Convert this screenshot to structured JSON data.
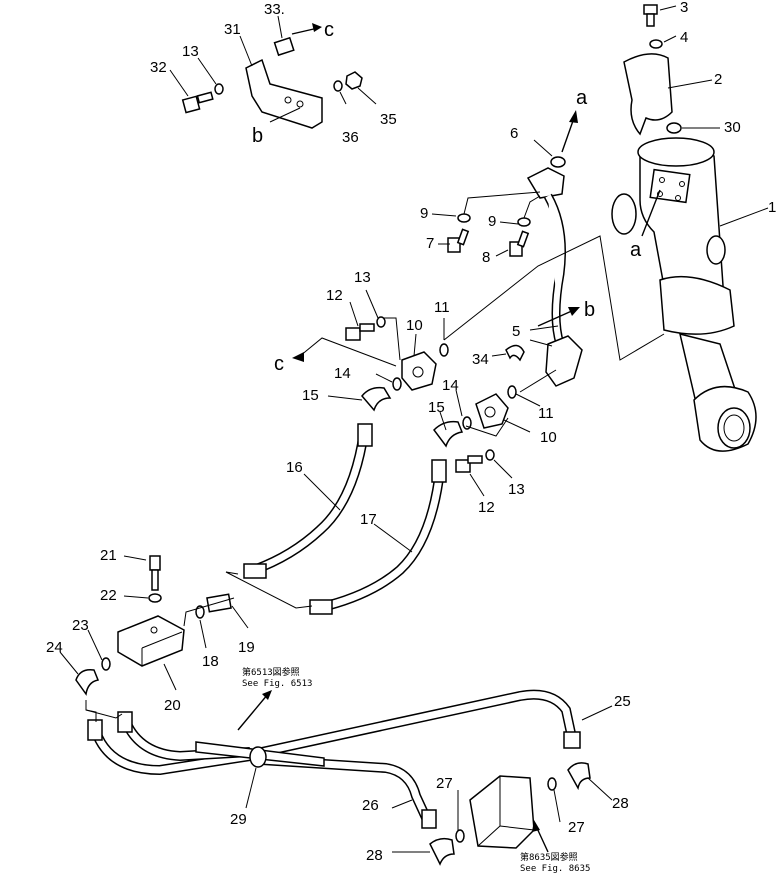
{
  "callouts": {
    "n1": "1",
    "n2": "2",
    "n3": "3",
    "n4": "4",
    "n5": "5",
    "n6": "6",
    "n7": "7",
    "n8": "8",
    "n9a": "9",
    "n9b": "9",
    "n10a": "10",
    "n10b": "10",
    "n11a": "11",
    "n11b": "11",
    "n12a": "12",
    "n12b": "12",
    "n13a": "13",
    "n13b": "13",
    "n13c": "13",
    "n14a": "14",
    "n14b": "14",
    "n15a": "15",
    "n15b": "15",
    "n16": "16",
    "n17": "17",
    "n18": "18",
    "n19": "19",
    "n20": "20",
    "n21": "21",
    "n22": "22",
    "n23": "23",
    "n24": "24",
    "n25": "25",
    "n26": "26",
    "n27a": "27",
    "n27b": "27",
    "n28a": "28",
    "n28b": "28",
    "n29": "29",
    "n30": "30",
    "n31": "31",
    "n32": "32",
    "n33": "33.",
    "n35": "35",
    "n36": "36",
    "n34": "34"
  },
  "letters": {
    "a1": "a",
    "a2": "a",
    "b1": "b",
    "b2": "b",
    "c1": "c",
    "c2": "c"
  },
  "notes": {
    "fig6513_jp": "第6513図参照",
    "fig6513_en": "See Fig. 6513",
    "fig8635_jp": "第8635図参照",
    "fig8635_en": "See Fig. 8635"
  }
}
